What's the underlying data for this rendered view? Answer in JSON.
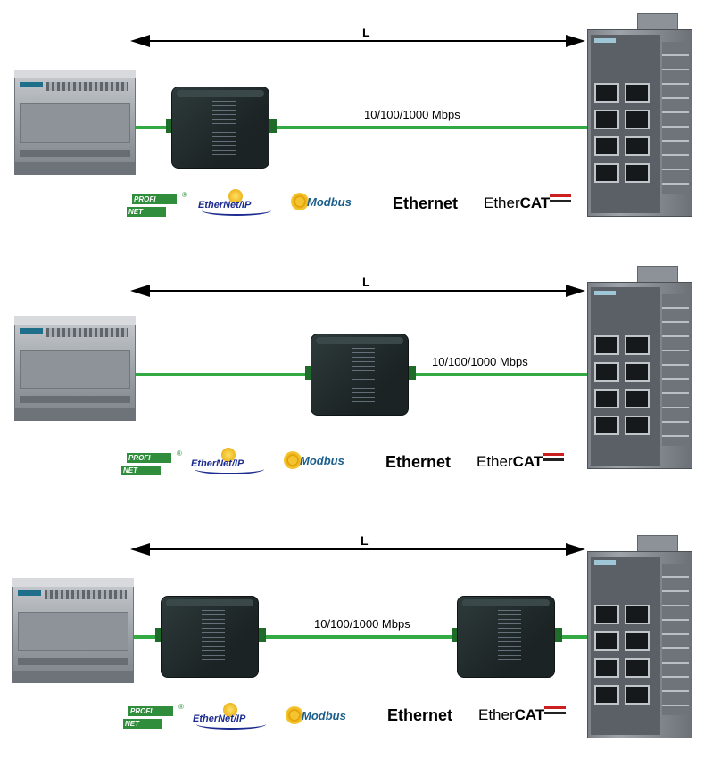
{
  "length_label": "L",
  "speed_label": "10/100/1000 Mbps",
  "logos": {
    "profinet_top": "PROFI",
    "profinet_bottom": "NET",
    "ethernet_ip": "EtherNet/IP",
    "modbus": "Modbus",
    "ethernet": "Ethernet",
    "ethercat_prefix": "Ether",
    "ethercat_suffix": "CAT"
  },
  "colors": {
    "cable": "#33aa44",
    "profinet": "#2f8d3c",
    "ethernet_ip": "#1b2b8f",
    "modbus": "#1b5e8c",
    "ethercat_red": "#cc1f1f"
  }
}
